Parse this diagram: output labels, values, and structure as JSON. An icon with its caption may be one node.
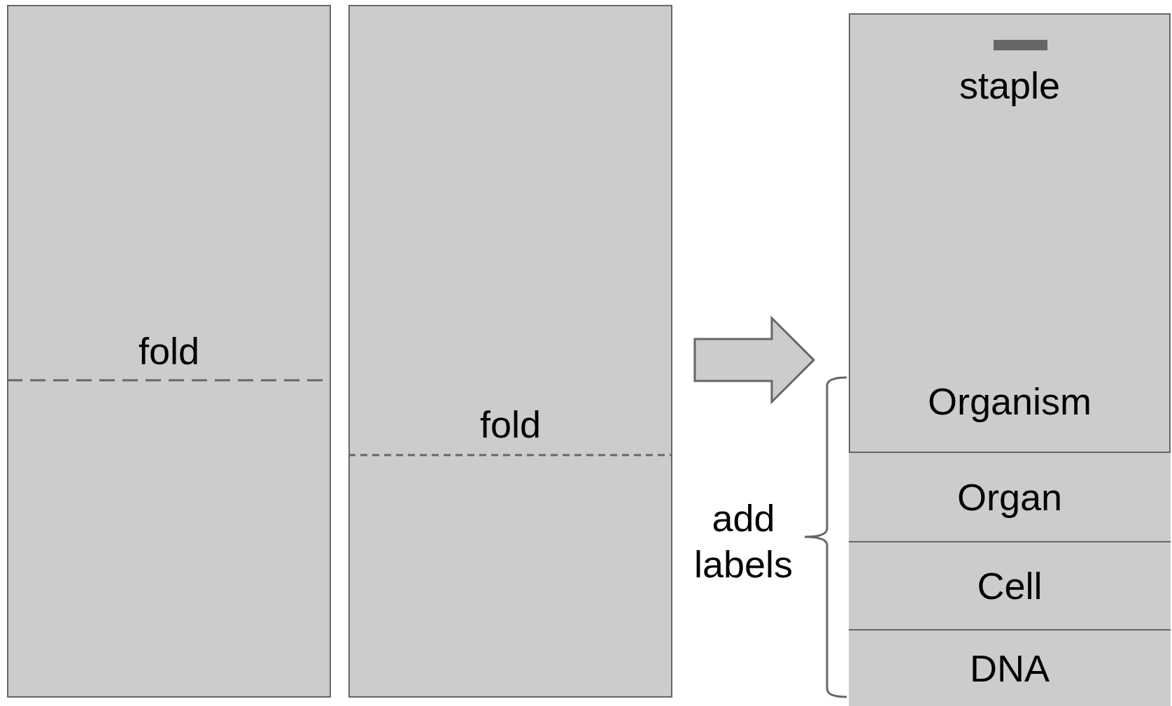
{
  "diagram": {
    "nodes": [
      {
        "text": [
          "fold"
        ]
      },
      {
        "text": [
          "fold"
        ]
      },
      {
        "text": [
          "staple",
          "Organism"
        ]
      },
      {
        "text": [
          "Organ"
        ],
        "in": 2
      },
      {
        "text": [
          "Cell"
        ],
        "in": 2
      },
      {
        "text": [
          "DNA"
        ],
        "in": 2
      }
    ],
    "edges": [
      {
        "from": 1,
        "to": 2,
        "arrow": "to"
      }
    ],
    "labels": [
      "add labels"
    ]
  }
}
